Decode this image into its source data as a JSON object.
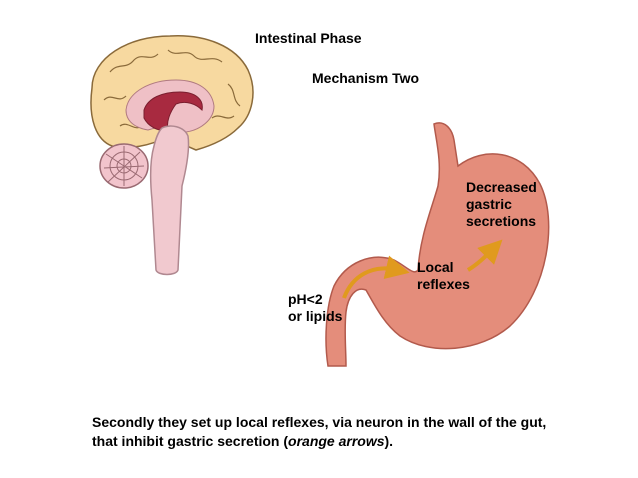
{
  "title": "Intestinal Phase",
  "subtitle": "Mechanism Two",
  "labels": {
    "decreased_secretions": [
      "Decreased",
      "gastric",
      "secretions"
    ],
    "local_reflexes": [
      "Local",
      "reflexes"
    ],
    "stimulus": [
      "pH<2",
      "or lipids"
    ]
  },
  "caption": {
    "line1": "Secondly they set up local reflexes, via neuron in the wall of the gut,",
    "line2_before": "that  inhibit gastric secretion (",
    "line2_emph": "orange arrows",
    "line2_after": ")."
  },
  "colors": {
    "cerebrum": "#f7d9a0",
    "cerebrum_outline": "#8a6a3a",
    "inner_brain": "#efc0c6",
    "inner_dark": "#a82a40",
    "cerebellum": "#f2c4cc",
    "brainstem": "#f1c9cf",
    "stomach": "#e48d7b",
    "stomach_outline": "#b25a4c",
    "arrow": "#e09a1e"
  }
}
